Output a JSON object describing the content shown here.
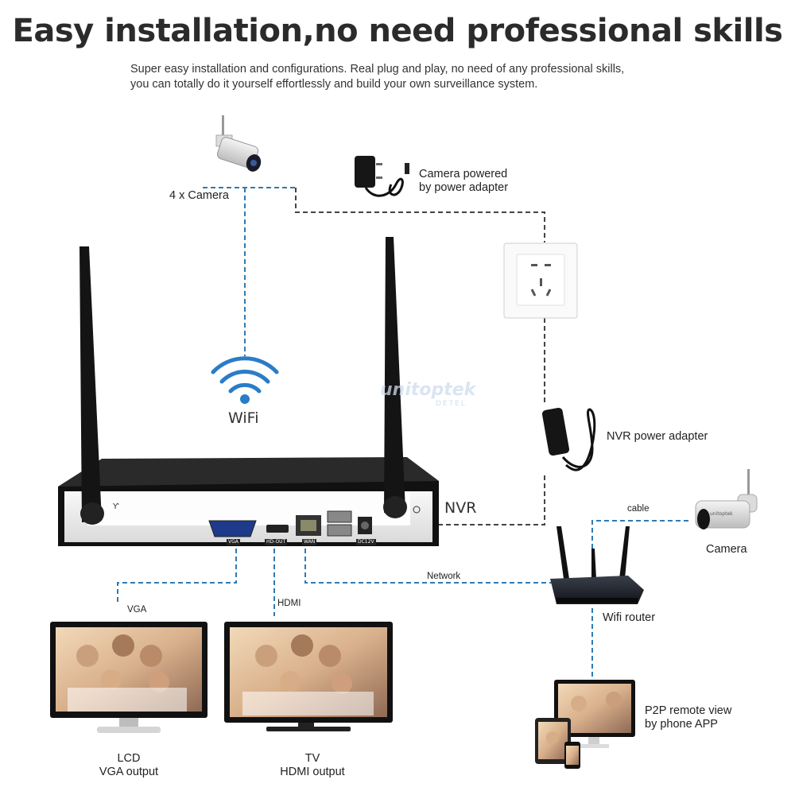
{
  "title": "Easy installation,no need professional skills",
  "subtitle": {
    "line1": "Super easy installation and configurations. Real plug and play, no need of any professional skills,",
    "line2": "you can totally do it yourself effortlessly and build your own surveillance system."
  },
  "watermark": {
    "brand": "unitoptek",
    "sub": "DETEL"
  },
  "labels": {
    "camera_count": "4 x Camera",
    "camera_power_1": "Camera powered",
    "camera_power_2": "by power adapter",
    "wifi": "WiFi",
    "nvr_power_adapter": "NVR power adapter",
    "nvr": "NVR",
    "cable": "cable",
    "camera": "Camera",
    "network": "Network",
    "wifi_router": "Wifi router",
    "vga": "VGA",
    "hdmi": "HDMI",
    "lcd_1": "LCD",
    "lcd_2": "VGA output",
    "tv_1": "TV",
    "tv_2": "HDMI output",
    "p2p_1": "P2P remote view",
    "p2p_2": "by phone APP"
  },
  "ports": {
    "vga": "VGA",
    "hdmi": "HD-OUT",
    "wan": "WAN",
    "dc": "DC12V"
  },
  "colors": {
    "dashed_line": "#2e7bb5",
    "dark_dashed_line": "#444444",
    "wifi_icon": "#2a7cc7",
    "nvr_body": "#1b1b1b",
    "nvr_front": "#eeeeee"
  },
  "icons": [
    "camera-icon",
    "power-adapter-icon",
    "wall-socket-icon",
    "wifi-icon",
    "nvr-icon",
    "antenna-icon",
    "router-icon",
    "monitor-icon",
    "tv-icon",
    "phone-tablet-icon"
  ]
}
